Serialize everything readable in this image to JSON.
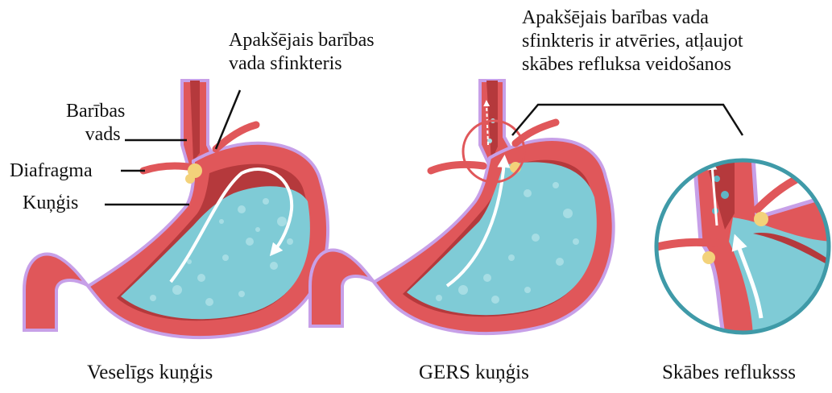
{
  "labels": {
    "sphincter": [
      "Apakšējais barības",
      "vada sfinkteris"
    ],
    "esophagus": [
      "Barības",
      "vads"
    ],
    "diaphragm": "Diafragma",
    "stomach": "Kuņģis",
    "sphincter_open": [
      "Apakšējais barības vada",
      "sfinkteris ir atvēries, atļaujot",
      "skābes refluksa veidošanos"
    ]
  },
  "captions": {
    "healthy": "Veselīgs kuņģis",
    "gerd": "GERS kuņģis",
    "reflux": "Skābes refluksss"
  },
  "colors": {
    "wall": "#e0575a",
    "wall_outline": "#c7a0e8",
    "acid": "#7fcbd6",
    "acid_dark": "#5fb6c6",
    "fat": "#f3d27a",
    "lumen": "#b5393c",
    "zoom_ring": "#3f9aa8",
    "highlight_ring": "#e0575a",
    "arrow": "#ffffff"
  }
}
